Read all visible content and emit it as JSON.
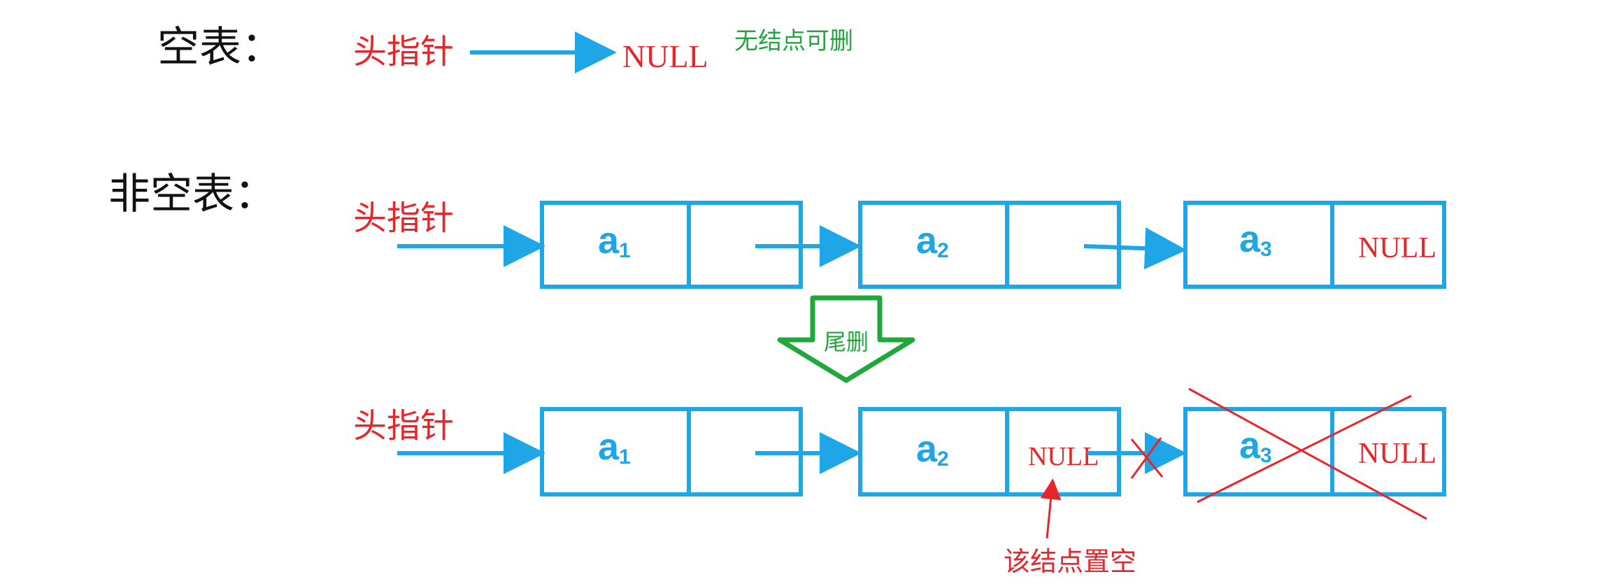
{
  "colors": {
    "blue": "#1ea6e6",
    "red": "#e8262a",
    "green": "#21a83c",
    "black": "#111111"
  },
  "empty_section": {
    "title": "空表：",
    "head_label": "头指针",
    "null_label": "NULL",
    "note": "无结点可删"
  },
  "nonempty_section": {
    "title": "非空表：",
    "before": {
      "head_label": "头指针",
      "nodes": [
        {
          "data": "a",
          "sub": "1",
          "next": ""
        },
        {
          "data": "a",
          "sub": "2",
          "next": ""
        },
        {
          "data": "a",
          "sub": "3",
          "next": "NULL"
        }
      ]
    },
    "operation_label": "尾删",
    "after": {
      "head_label": "头指针",
      "nodes": [
        {
          "data": "a",
          "sub": "1",
          "next": ""
        },
        {
          "data": "a",
          "sub": "2",
          "next": "NULL"
        },
        {
          "data": "a",
          "sub": "3",
          "next": "NULL"
        }
      ],
      "annotation": "该结点置空"
    }
  }
}
